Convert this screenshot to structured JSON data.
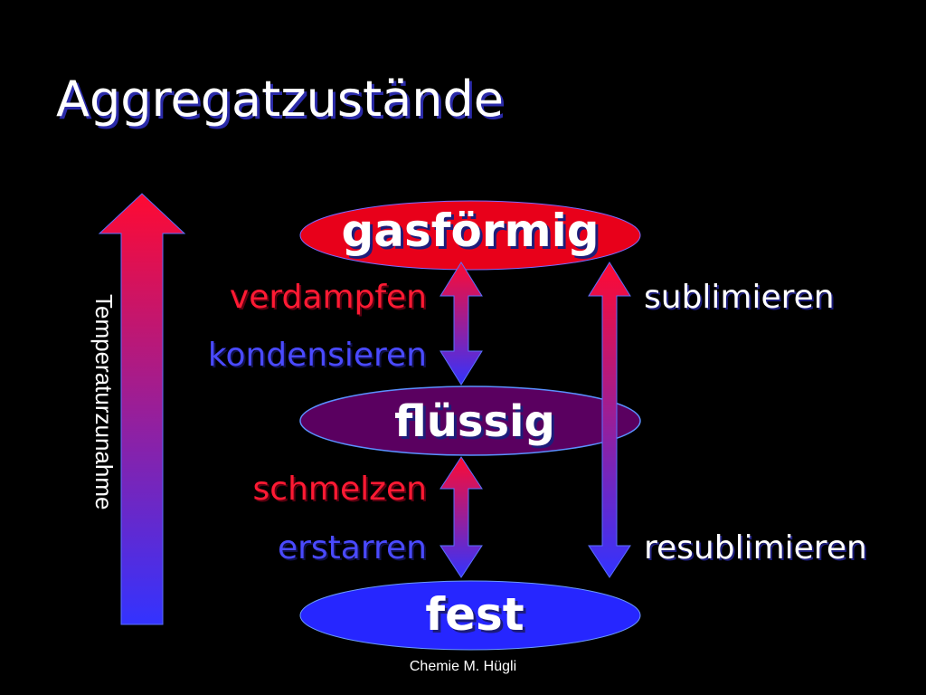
{
  "slide": {
    "title": "Aggregatzustände",
    "axis_label": "Temperaturzunahme",
    "footer": "Chemie M. Hügli"
  },
  "states": {
    "gas": "gasförmig",
    "liquid": "flüssig",
    "solid": "fest"
  },
  "processes": {
    "evaporate": "verdampfen",
    "condense": "kondensieren",
    "melt": "schmelzen",
    "freeze": "erstarren",
    "sublimate": "sublimieren",
    "resublimate": "resublimieren"
  },
  "colors": {
    "background": "#000000",
    "gas_fill": "#e8001a",
    "liquid_fill": "#5a0060",
    "solid_fill": "#2626ff",
    "arrow_top": "#ff0a32",
    "arrow_bottom": "#3333ff",
    "heat_text": "#ff1a33",
    "cool_text": "#4a4aff"
  }
}
